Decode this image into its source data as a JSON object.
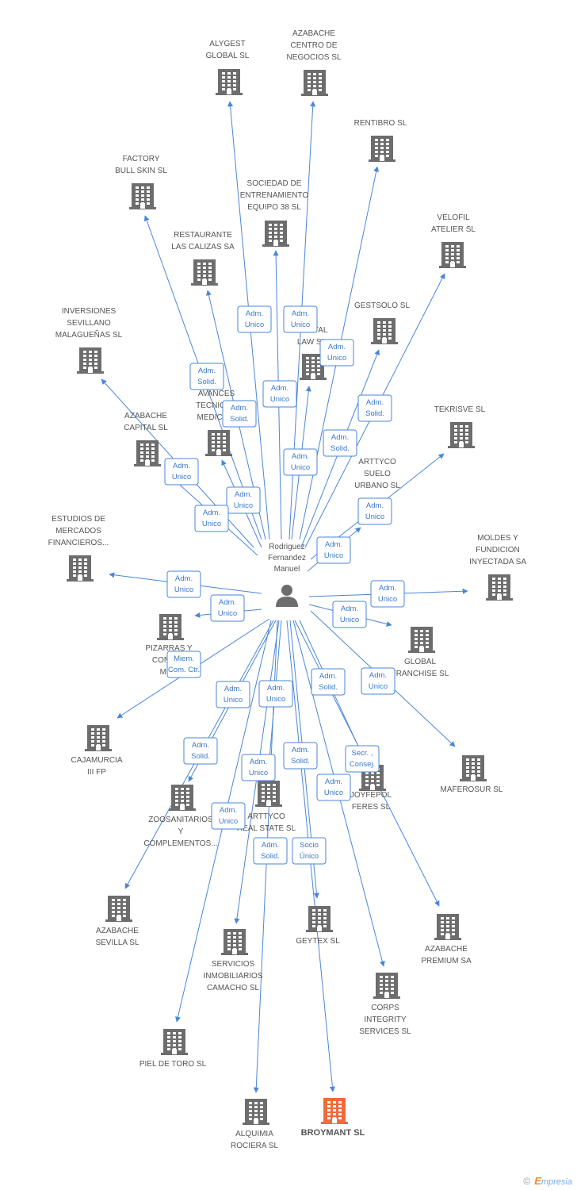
{
  "center": {
    "name_lines": [
      "Rodriguez",
      "Fernandez",
      "Manuel"
    ]
  },
  "companies": [
    {
      "id": "alygest",
      "lines": [
        "ALYGEST",
        "GLOBAL SL"
      ],
      "highlight": false
    },
    {
      "id": "azabache-centro",
      "lines": [
        "AZABACHE",
        "CENTRO DE",
        "NEGOCIOS SL"
      ],
      "highlight": false
    },
    {
      "id": "rentibro",
      "lines": [
        "RENTIBRO SL"
      ],
      "highlight": false
    },
    {
      "id": "factory",
      "lines": [
        "FACTORY",
        "BULL SKIN SL"
      ],
      "highlight": false
    },
    {
      "id": "sociedad",
      "lines": [
        "SOCIEDAD DE",
        "ENTRENAMIENTO",
        "EQUIPO 38 SL"
      ],
      "highlight": false
    },
    {
      "id": "velofil",
      "lines": [
        "VELOFIL",
        "ATELIER SL"
      ],
      "highlight": false
    },
    {
      "id": "restaurante",
      "lines": [
        "RESTAURANTE",
        "LAS CALIZAS SA"
      ],
      "highlight": false
    },
    {
      "id": "gestsolo",
      "lines": [
        "GESTSOLO SL"
      ],
      "highlight": false
    },
    {
      "id": "inversiones",
      "lines": [
        "INVERSIONES",
        "SEVILLANO",
        "MALAGUEÑAS SL"
      ],
      "highlight": false
    },
    {
      "id": "capital-law",
      "lines": [
        "CAPITAL",
        "LAW SL"
      ],
      "highlight": false
    },
    {
      "id": "avances",
      "lines": [
        "AVANCES",
        "TECNICOS",
        "MEDICINA"
      ],
      "highlight": false
    },
    {
      "id": "tekrisve",
      "lines": [
        "TEKRISVE SL"
      ],
      "highlight": false
    },
    {
      "id": "azabache-capital",
      "lines": [
        "AZABACHE",
        "CAPITAL SL"
      ],
      "highlight": false
    },
    {
      "id": "arttyco-suelo",
      "lines": [
        "ARTTYCO",
        "SUELO",
        "URBANO SL"
      ],
      "highlight": false
    },
    {
      "id": "estudios",
      "lines": [
        "ESTUDIOS DE",
        "MERCADOS",
        "FINANCIEROS..."
      ],
      "highlight": false
    },
    {
      "id": "moldes",
      "lines": [
        "MOLDES Y",
        "FUNDICION",
        "INYECTADA SA"
      ],
      "highlight": false
    },
    {
      "id": "pizarras",
      "lines": [
        "PIZARRAS Y",
        "CONTRA",
        "MBO"
      ],
      "highlight": false
    },
    {
      "id": "global-franchise",
      "lines": [
        "GLOBAL",
        "FRANCHISE SL"
      ],
      "highlight": false
    },
    {
      "id": "cajamurcia",
      "lines": [
        "CAJAMURCIA",
        "III FP"
      ],
      "highlight": false
    },
    {
      "id": "maferosur",
      "lines": [
        "MAFEROSUR SL"
      ],
      "highlight": false
    },
    {
      "id": "zoosanitarios",
      "lines": [
        "ZOOSANITARIOS",
        "Y",
        "COMPLEMENTOS..."
      ],
      "highlight": false
    },
    {
      "id": "arttyco-real",
      "lines": [
        "ARTTYCO",
        "REAL STATE SL"
      ],
      "highlight": false
    },
    {
      "id": "joyfepol",
      "lines": [
        "JOYFEPOL",
        "FERES SL"
      ],
      "highlight": false
    },
    {
      "id": "azabache-sevilla",
      "lines": [
        "AZABACHE",
        "SEVILLA SL"
      ],
      "highlight": false
    },
    {
      "id": "geytex",
      "lines": [
        "GEYTEX SL"
      ],
      "highlight": false
    },
    {
      "id": "azabache-premium",
      "lines": [
        "AZABACHE",
        "PREMIUM SA"
      ],
      "highlight": false
    },
    {
      "id": "servicios",
      "lines": [
        "SERVICIOS",
        "INMOBILIARIOS",
        "CAMACHO SL"
      ],
      "highlight": false
    },
    {
      "id": "corps",
      "lines": [
        "CORPS",
        "INTEGRITY",
        "SERVICES SL"
      ],
      "highlight": false
    },
    {
      "id": "piel",
      "lines": [
        "PIEL DE TORO SL"
      ],
      "highlight": false
    },
    {
      "id": "alquimia",
      "lines": [
        "ALQUIMIA",
        "ROCIERA SL"
      ],
      "highlight": false
    },
    {
      "id": "broymant",
      "lines": [
        "BROYMANT SL"
      ],
      "highlight": true
    }
  ],
  "roles": [
    {
      "target": "alygest",
      "lines": [
        "Adm.",
        "Unico"
      ]
    },
    {
      "target": "azabache-centro",
      "lines": [
        "Adm.",
        "Unico"
      ]
    },
    {
      "target": "rentibro",
      "lines": [
        "Adm.",
        "Unico"
      ]
    },
    {
      "target": "factory",
      "lines": [
        "Adm.",
        "Solid."
      ]
    },
    {
      "target": "sociedad",
      "lines": [
        "Adm.",
        "Unico"
      ]
    },
    {
      "target": "velofil",
      "lines": [
        "Adm.",
        "Solid."
      ]
    },
    {
      "target": "restaurante",
      "lines": [
        "Adm.",
        "Solid."
      ]
    },
    {
      "target": "gestsolo",
      "lines": [
        "Adm.",
        "Solid."
      ]
    },
    {
      "target": "inversiones",
      "lines": [
        "Adm.",
        "Unico"
      ]
    },
    {
      "target": "capital-law",
      "lines": [
        "Adm.",
        "Unico"
      ]
    },
    {
      "target": "avances",
      "lines": [
        "Adm.",
        "Unico"
      ]
    },
    {
      "target": "tekrisve",
      "lines": [
        "Adm.",
        "Unico"
      ]
    },
    {
      "target": "azabache-capital",
      "lines": [
        "Adm.",
        "Unico"
      ]
    },
    {
      "target": "arttyco-suelo",
      "lines": [
        "Adm.",
        "Unico"
      ]
    },
    {
      "target": "estudios",
      "lines": [
        "Adm.",
        "Unico"
      ]
    },
    {
      "target": "moldes",
      "lines": [
        "Adm.",
        "Unico"
      ]
    },
    {
      "target": "pizarras",
      "lines": [
        "Adm.",
        "Unico"
      ]
    },
    {
      "target": "global-franchise",
      "lines": [
        "Adm.",
        "Unico"
      ]
    },
    {
      "target": "cajamurcia",
      "lines": [
        "Miem.",
        "Com. Ctr."
      ]
    },
    {
      "target": "maferosur",
      "lines": [
        "Adm.",
        "Unico"
      ]
    },
    {
      "target": "zoosanitarios",
      "lines": [
        "Adm.",
        "Unico"
      ]
    },
    {
      "target": "arttyco-real",
      "lines": [
        "Adm.",
        "Unico"
      ]
    },
    {
      "target": "joyfepol",
      "lines": [
        "Adm.",
        "Solid."
      ]
    },
    {
      "target": "azabache-sevilla",
      "lines": [
        "Adm.",
        "Solid."
      ]
    },
    {
      "target": "geytex",
      "lines": [
        "Adm.",
        "Solid."
      ]
    },
    {
      "target": "azabache-premium",
      "lines": [
        "Secr. ,",
        "Consej."
      ]
    },
    {
      "target": "servicios",
      "lines": [
        "Adm.",
        "Unico"
      ]
    },
    {
      "target": "corps",
      "lines": [
        "Adm.",
        "Unico"
      ]
    },
    {
      "target": "piel",
      "lines": [
        "Adm.",
        "Unico"
      ]
    },
    {
      "target": "alquimia",
      "lines": [
        "Adm.",
        "Solid."
      ]
    },
    {
      "target": "broymant",
      "lines": [
        "Socio",
        "Único"
      ]
    }
  ],
  "colors": {
    "edge": "#4a86d8",
    "building": "#6d6d6d",
    "highlight": "#f26a3a",
    "person": "#6d6d6d"
  },
  "footer": {
    "copyright": "©",
    "brand_initial": "E",
    "brand_rest": "mpresia"
  }
}
